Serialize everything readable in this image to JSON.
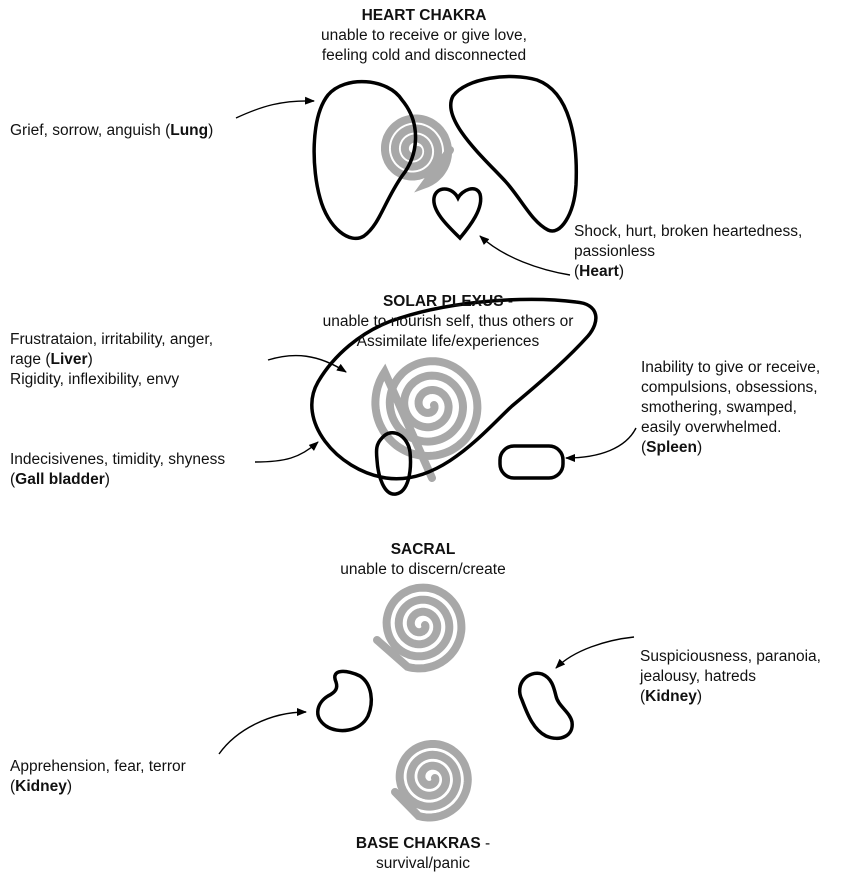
{
  "heart": {
    "title": "HEART CHAKRA",
    "desc1": "unable to receive or give love,",
    "desc2": "feeling cold and disconnected",
    "lung_text": "Grief, sorrow, anguish (",
    "lung_organ": "Lung",
    "lung_close": ")",
    "heart_line1": "Shock, hurt, broken heartedness,",
    "heart_line2": "passionless",
    "heart_open": "(",
    "heart_organ": "Heart",
    "heart_close": ")"
  },
  "solar": {
    "title": "SOLAR PLEXUS",
    "title_suffix": " -",
    "desc1": "unable to nourish self, thus others or",
    "desc2": "Assimilate life/experiences",
    "liver_line1": "Frustrataion, irritability, anger,",
    "liver_prefix": "rage (",
    "liver_organ": "Liver",
    "liver_close": ")",
    "liver_line3": "Rigidity, inflexibility, envy",
    "gall_line1": "Indecisivenes, timidity, shyness",
    "gall_open": "(",
    "gall_organ": "Gall bladder",
    "gall_close": ")",
    "spleen_line1": "Inability to give or receive,",
    "spleen_line2": "compulsions, obsessions,",
    "spleen_line3": "smothering, swamped,",
    "spleen_line4": "easily overwhelmed.",
    "spleen_open": "(",
    "spleen_organ": "Spleen",
    "spleen_close": ")"
  },
  "sacral": {
    "title": "SACRAL",
    "desc": "unable to discern/create"
  },
  "kidney_right": {
    "line1": "Suspiciousness, paranoia,",
    "line2": "jealousy, hatreds",
    "open": "(",
    "organ": "Kidney",
    "close": ")"
  },
  "kidney_left": {
    "line1": "Apprehension, fear, terror",
    "open": "(",
    "organ": "Kidney",
    "close": ")"
  },
  "base": {
    "title": "BASE CHAKRAS",
    "title_suffix": " -",
    "desc": "survival/panic"
  },
  "colors": {
    "outline": "#000000",
    "spiral": "#a8a8a8",
    "text": "#111111"
  }
}
